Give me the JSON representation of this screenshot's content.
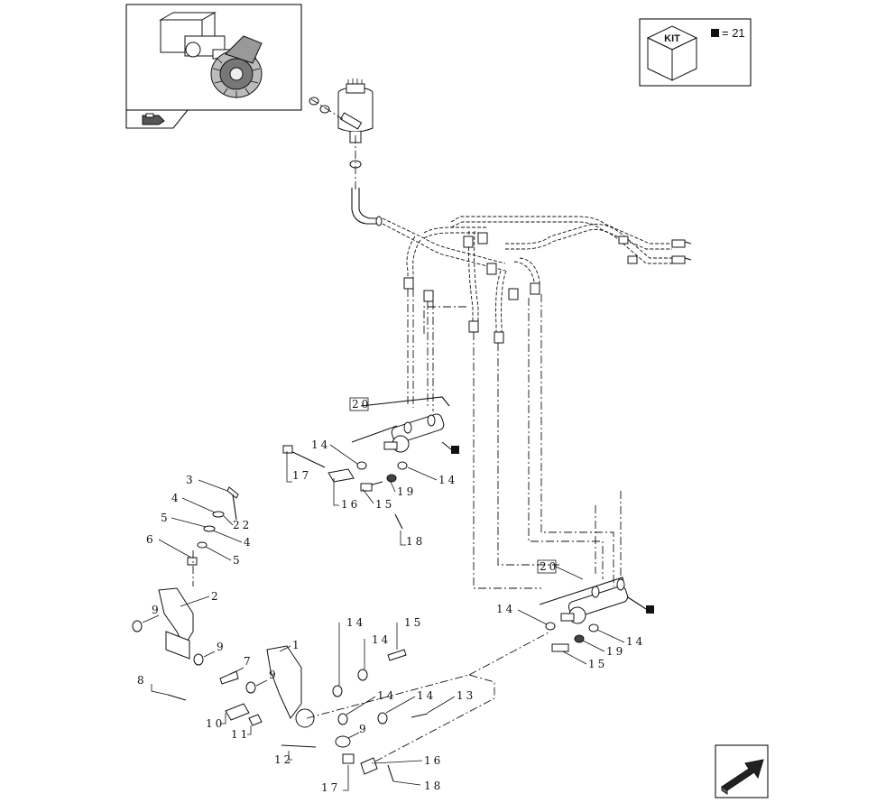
{
  "kit": {
    "label": "KIT",
    "equals": "= 21"
  },
  "labels": [
    {
      "text": "20"
    },
    {
      "text": "14"
    },
    {
      "text": "14"
    },
    {
      "text": "19"
    },
    {
      "text": "15"
    },
    {
      "text": "17"
    },
    {
      "text": "16"
    },
    {
      "text": "18"
    },
    {
      "text": "3"
    },
    {
      "text": "4"
    },
    {
      "text": "22"
    },
    {
      "text": "5"
    },
    {
      "text": "4"
    },
    {
      "text": "6"
    },
    {
      "text": "5"
    },
    {
      "text": "2"
    },
    {
      "text": "9"
    },
    {
      "text": "9"
    },
    {
      "text": "9"
    },
    {
      "text": "7"
    },
    {
      "text": "8"
    },
    {
      "text": "10"
    },
    {
      "text": "11"
    },
    {
      "text": "12"
    },
    {
      "text": "1"
    },
    {
      "text": "14"
    },
    {
      "text": "14"
    },
    {
      "text": "15"
    },
    {
      "text": "14"
    },
    {
      "text": "14"
    },
    {
      "text": "13"
    },
    {
      "text": "9"
    },
    {
      "text": "16"
    },
    {
      "text": "17"
    },
    {
      "text": "18"
    },
    {
      "text": "20"
    },
    {
      "text": "14"
    },
    {
      "text": "19"
    },
    {
      "text": "14"
    },
    {
      "text": "15"
    }
  ],
  "icons": {
    "thumbnail": "tractor-axle-thumbnail-icon",
    "nav": "pointer-hand-icon",
    "next": "next-page-arrow-icon",
    "kit": "kit-box-icon"
  }
}
